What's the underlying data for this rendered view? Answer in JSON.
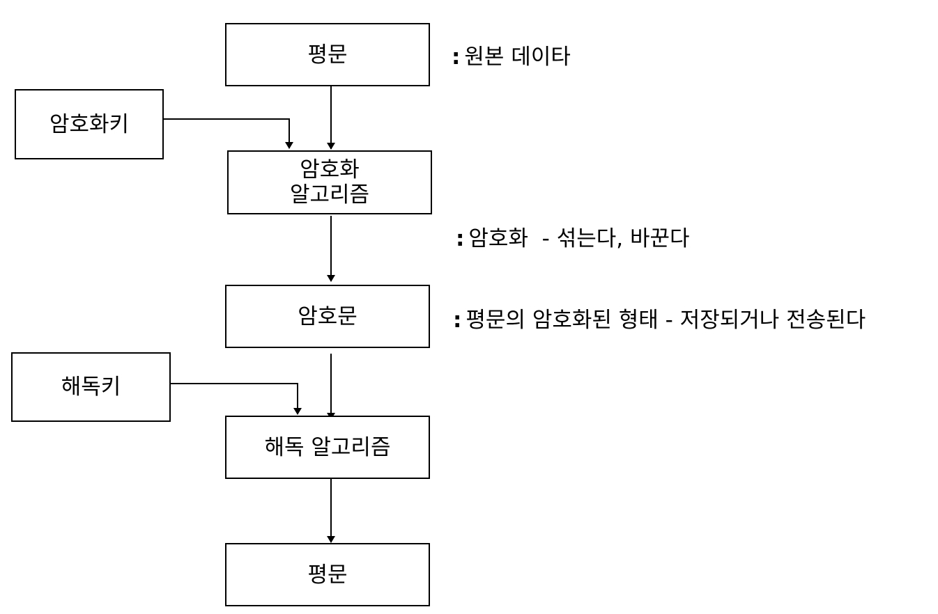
{
  "boxes": {
    "plaintext_top": "평문",
    "enc_key": "암호화키",
    "enc_algo_line1": "암호화",
    "enc_algo_line2": "알고리즘",
    "ciphertext": "암호문",
    "dec_key": "해독키",
    "dec_algo": "해독 알고리즘",
    "plaintext_bottom": "평문"
  },
  "notes": {
    "plaintext_colon": ":",
    "plaintext_desc": "원본 데이타",
    "encryption_colon": ":",
    "encryption_desc": "암호화  - 섞는다, 바꾼다",
    "ciphertext_colon": ":",
    "ciphertext_desc": "평문의 암호화된 형태 - 저장되거나 전송된다"
  },
  "colors": {
    "line": "#000000",
    "background": "#ffffff"
  }
}
